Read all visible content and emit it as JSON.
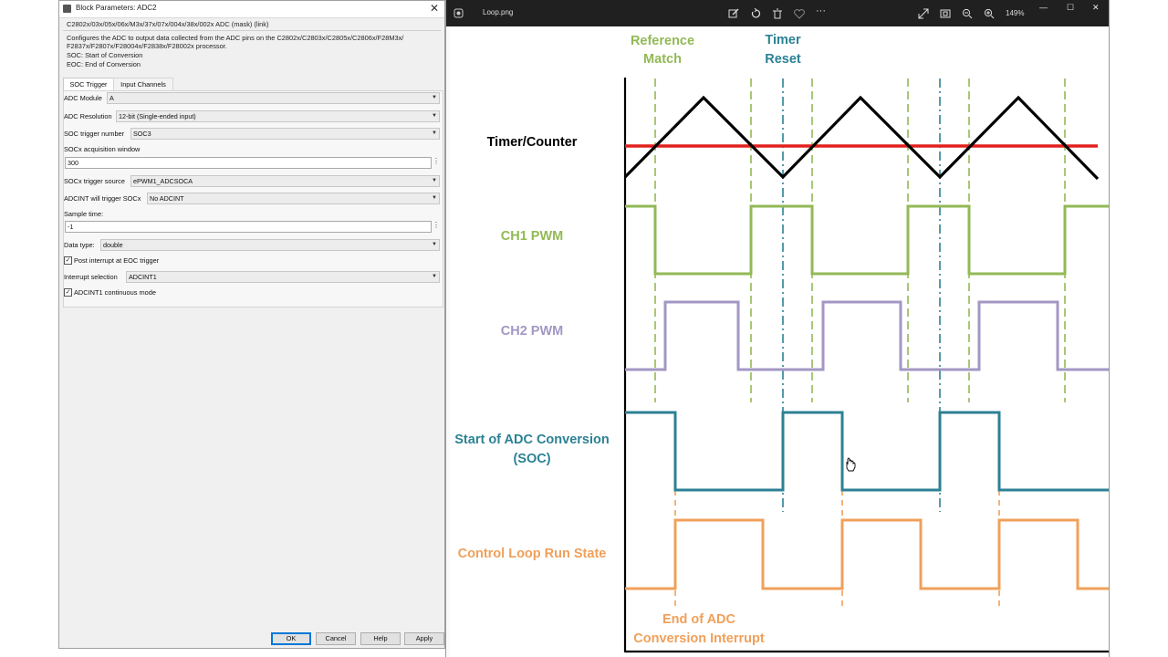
{
  "dialog": {
    "title": "Block Parameters: ADC2",
    "close_label": "✕",
    "header": "C2802x/03x/05x/06x/M3x/37x/07x/004x/38x/002x ADC (mask) (link)",
    "desc_line1": "Configures the ADC to output data collected from the ADC pins on the C2802x/C2803x/C2805x/C2806x/F28M3x/",
    "desc_line2": "F2837x/F2807x/F28004x/F2838x/F28002x processor.",
    "desc_line3": "SOC: Start of Conversion",
    "desc_line4": "EOC: End of Conversion",
    "tabs": [
      "SOC Trigger",
      "Input Channels"
    ],
    "fields": {
      "adc_module": {
        "label": "ADC Module",
        "value": "A"
      },
      "adc_resolution": {
        "label": "ADC Resolution",
        "value": "12-bit (Single-ended input)"
      },
      "soc_trigger_number": {
        "label": "SOC trigger number",
        "value": "SOC3"
      },
      "socx_acq_window": {
        "label": "SOCx acquisition window",
        "value": "300"
      },
      "socx_trigger_source": {
        "label": "SOCx trigger source",
        "value": "ePWM1_ADCSOCA"
      },
      "adcint_trigger": {
        "label": "ADCINT will trigger SOCx",
        "value": "No ADCINT"
      },
      "sample_time": {
        "label": "Sample time:",
        "value": "-1"
      },
      "data_type": {
        "label": "Data type:",
        "value": "double"
      },
      "post_interrupt": {
        "label": "Post interrupt at EOC trigger",
        "checked": "✓"
      },
      "interrupt_selection": {
        "label": "Interrupt selection",
        "value": "ADCINT1"
      },
      "continuous_mode": {
        "label": "ADCINT1 continuous mode",
        "checked": "✓"
      }
    },
    "more_glyph": "⋮",
    "dropdown_glyph": "▼",
    "buttons": {
      "ok": "OK",
      "cancel": "Cancel",
      "help": "Help",
      "apply": "Apply"
    }
  },
  "viewer": {
    "filename": "Loop.png",
    "zoom": "149%",
    "toolbar_icons": [
      "edit-icon",
      "rotate-icon",
      "delete-icon",
      "favorite-icon",
      "more-icon",
      "fullscreen-icon",
      "fit-icon",
      "zoom-out-icon",
      "zoom-in-icon"
    ],
    "window_controls": {
      "minimize": "—",
      "maximize": "☐",
      "close": "✕"
    }
  },
  "diagram": {
    "top_labels": {
      "ref_match_1": "Reference",
      "ref_match_2": "Match",
      "timer_reset_1": "Timer",
      "timer_reset_2": "Reset"
    },
    "signals": {
      "timer": "Timer/Counter",
      "ch1": "CH1 PWM",
      "ch2": "CH2 PWM",
      "soc_1": "Start of ADC Conversion",
      "soc_2": "(SOC)",
      "loop": "Control Loop Run State"
    },
    "bottom_labels": {
      "eoc_1": "End of ADC",
      "eoc_2": "Conversion Interrupt"
    },
    "colors": {
      "green": "#92b955",
      "teal": "#2c8194",
      "purple": "#a397c4",
      "orange": "#f0a05a",
      "red": "#e0201c",
      "black": "#000000"
    }
  }
}
